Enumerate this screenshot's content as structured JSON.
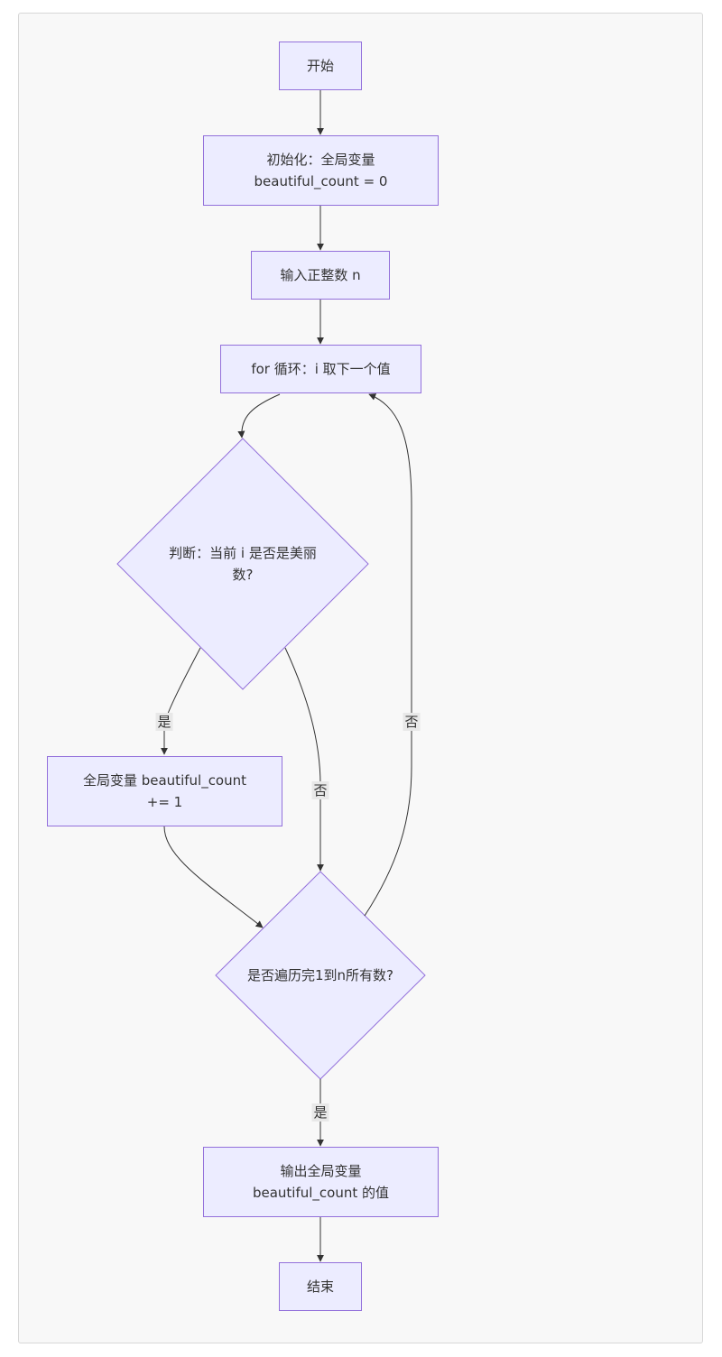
{
  "nodes": {
    "start": "开始",
    "init_line1": "初始化：全局变量",
    "init_line2": "beautiful_count = 0",
    "input": "输入正整数 n",
    "loop": "for 循环：i 取下一个值",
    "judge_line1": "判断：当前 i 是否是美丽",
    "judge_line2": "数?",
    "increment_line1": "全局变量 beautiful_count",
    "increment_line2": "+= 1",
    "check_done": "是否遍历完1到n所有数?",
    "output_line1": "输出全局变量",
    "output_line2": "beautiful_count 的值",
    "end": "结束"
  },
  "edge_labels": {
    "judge_yes": "是",
    "judge_no": "否",
    "done_no": "否",
    "done_yes": "是"
  },
  "colors": {
    "node_fill": "#ececff",
    "node_stroke": "#9370db",
    "edge": "#333333",
    "label_bg": "#e8e8e8"
  }
}
